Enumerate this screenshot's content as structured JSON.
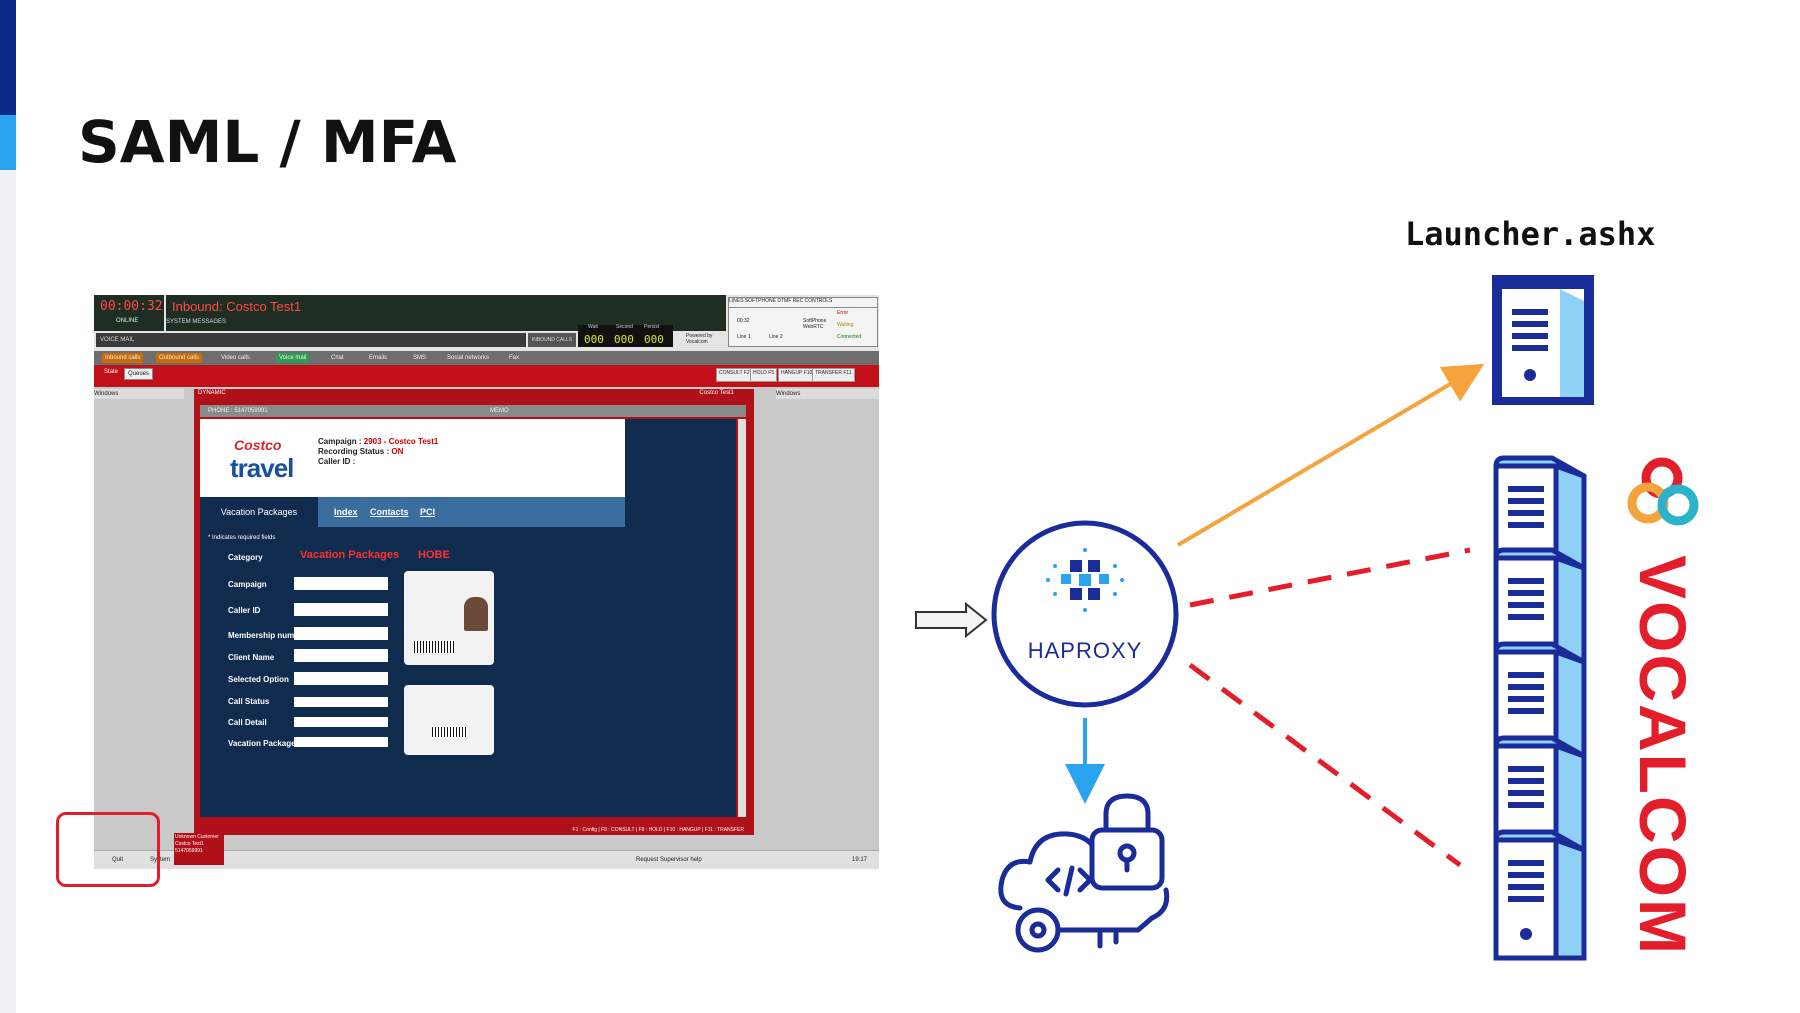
{
  "slide": {
    "title": "SAML / MFA",
    "launcher_label": "Launcher.ashx",
    "haproxy_label": "HAPROXY",
    "vocalcom_label": "VOCALCOM",
    "colors": {
      "accent_dark": "#0c2a85",
      "accent_light": "#2aa3ee",
      "arrow_orange": "#f5a33c",
      "dash_red": "#e31e2a",
      "arrow_blue": "#2aa3ee",
      "server_blue": "#1a2c9a",
      "brand_red": "#e31e2a"
    }
  },
  "app": {
    "timer": "00:00:32",
    "online": "ONLINE",
    "inbound_title": "Inbound: Costco Test1",
    "system_messages": "SYSTEM MESSAGES",
    "voice_mail": "VOICE MAIL",
    "inbound_calls": "INBOUND CALLS",
    "counters": [
      {
        "label": "Wait",
        "value": "000"
      },
      {
        "label": "Second",
        "value": "000"
      },
      {
        "label": "Persist",
        "value": "000"
      }
    ],
    "powered_by": "Powered by Vocalcom",
    "lines_tabs": [
      "LINES",
      "SOFTPHONE",
      "DTMF",
      "REC",
      "CONTROLS"
    ],
    "lines_time": "00:32",
    "line_labels": [
      "Line 1",
      "Line 2"
    ],
    "softphone": "SoftPhone WebRTC",
    "status_list": [
      "Error",
      "Waiting",
      "Connected"
    ],
    "tabs": [
      "Inbound calls",
      "Outbound calls",
      "Video calls",
      "Voice mail",
      "Chat",
      "Emails",
      "SMS",
      "Social networks",
      "Fax"
    ],
    "state": "State",
    "queues": "Queues",
    "fn_buttons": [
      "CONSULT F2",
      "HOLD F5",
      "HANGUP F10",
      "TRANSFER F11"
    ],
    "window_left": "Windows",
    "window_right": "Windows",
    "dynamic": "DYNAMIC",
    "dynamic_right": "Costco Test1",
    "phone": "PHONE : 5147059991",
    "memo": "MEMO",
    "campaign_line": "Campaign : ",
    "campaign_value": "2903 - Costco Test1",
    "recording_line": "Recording Status : ",
    "recording_value": "ON",
    "caller_line": "Caller ID :",
    "brand_costco": "Costco",
    "brand_travel": "travel",
    "nav": {
      "active": "Vacation Packages",
      "links": [
        "Index",
        "Contacts",
        "PCI"
      ]
    },
    "required_note": "* Indicates required fields",
    "form_labels": [
      "Category",
      "Campaign",
      "Caller ID",
      "Membership number",
      "Client Name",
      "Selected Option",
      "Call Status",
      "Call Detail",
      "Vacation Package"
    ],
    "category_options": [
      "Vacation Packages",
      "HOBE"
    ],
    "footer_keys": "F1 : Config | F8 : CONSULT | F9 : HOLD | F10 : HANGUP | F11 : TRANSFER",
    "taskbar": {
      "quit": "Quit",
      "system": "System",
      "customer": "Unknown Customer Costco Test1 5147059991",
      "supervisor": "Request Supervisor help",
      "clock": "19:17"
    }
  }
}
